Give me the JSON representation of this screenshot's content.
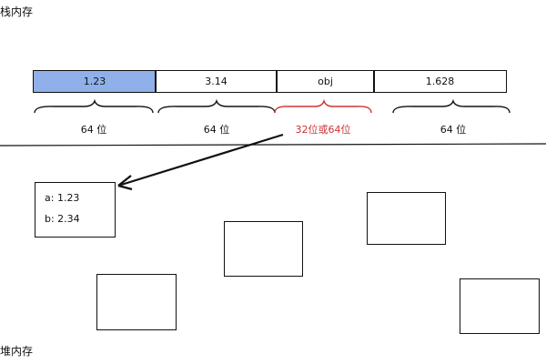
{
  "stack": {
    "title": "栈内存",
    "cells": [
      {
        "value": "1.23",
        "highlight": true
      },
      {
        "value": "3.14",
        "highlight": false
      },
      {
        "value": "obj",
        "highlight": false
      },
      {
        "value": "1.628",
        "highlight": false
      }
    ],
    "braces": [
      {
        "label": "64 位",
        "color": "#111111"
      },
      {
        "label": "64 位",
        "color": "#111111"
      },
      {
        "label": "32位或64位",
        "color": "#cc3333"
      },
      {
        "label": "64 位",
        "color": "#111111"
      }
    ]
  },
  "heap": {
    "title": "堆内存",
    "object_fields": [
      "a: 1.23",
      "b: 2.34"
    ]
  },
  "colors": {
    "highlight_fill": "#8fb0e8",
    "accent_red": "#cc3333",
    "stroke": "#111111"
  }
}
